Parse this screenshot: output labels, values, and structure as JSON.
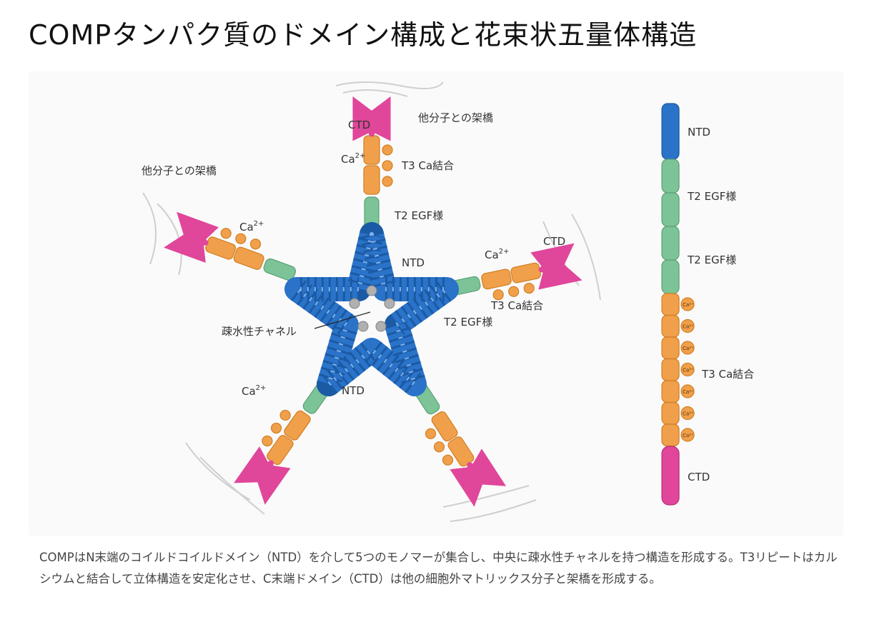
{
  "title": "COMPタンパク質のドメイン構成と花束状五量体構造",
  "diagram": {
    "labels": {
      "ntd": "NTD",
      "ntd_lower": "NTD",
      "ctd_top": "CTD",
      "ctd_right": "CTD",
      "crosslink_top": "他分子との架橋",
      "crosslink_left": "他分子との架橋",
      "ca_top": "Ca",
      "ca_left": "Ca",
      "ca_right": "Ca",
      "ca_bottom": "Ca",
      "ca_superscript": "2+",
      "t3_top": "T3 Ca結合",
      "t3_right": "T3 Ca結合",
      "t2_top": "T2 EGF様",
      "t2_right": "T2 EGF様",
      "channel": "疎水性チャネル"
    },
    "legend": {
      "ntd": "NTD",
      "t2_a": "T2 EGF様",
      "t2_b": "T2 EGF様",
      "t3": "T3 Ca結合",
      "ctd": "CTD",
      "ca_mini": "Ca²⁺"
    },
    "colors": {
      "ntd": "#2a73c9",
      "t2": "#7cc497",
      "t3": "#f0a04b",
      "t3_stroke": "#d27d22",
      "ctd": "#e0469a",
      "crosslink": "#cfcfcf"
    }
  },
  "caption": "COMPはN末端のコイルドコイルドメイン（NTD）を介して5つのモノマーが集合し、中央に疎水性チャネルを持つ構造を形成する。T3リピートはカルシウムと結合して立体構造を安定化させ、C末端ドメイン（CTD）は他の細胞外マトリックス分子と架橋を形成する。"
}
